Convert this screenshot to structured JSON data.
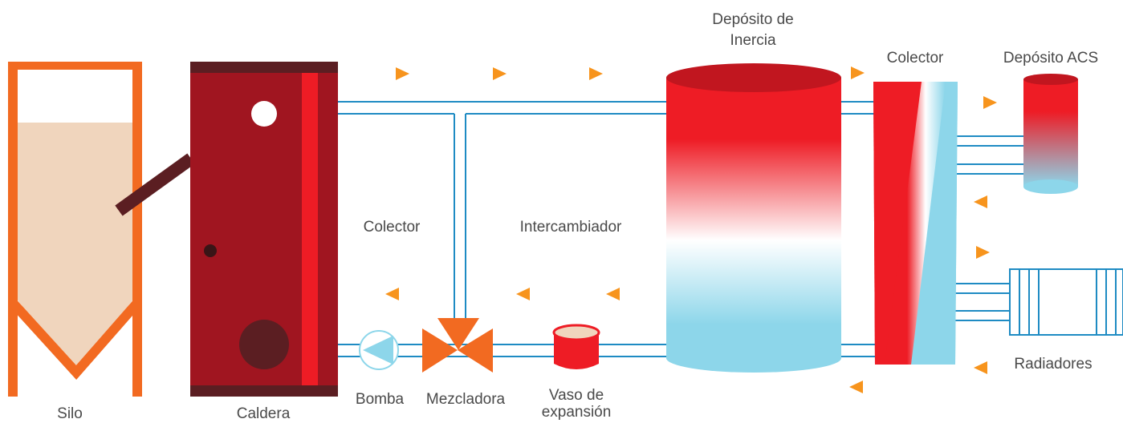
{
  "labels": {
    "silo": "Silo",
    "caldera": "Caldera",
    "bomba": "Bomba",
    "mezcladora": "Mezcladora",
    "vaso_line1": "Vaso de",
    "vaso_line2": "expansión",
    "colector_left": "Colector",
    "intercambiador": "Intercambiador",
    "deposito_inercia_line1": "Depósito de",
    "deposito_inercia_line2": "Inercia",
    "colector_right": "Colector",
    "deposito_acs": "Depósito ACS",
    "radiadores": "Radiadores"
  },
  "colors": {
    "silo_frame": "#f26a21",
    "silo_fill": "#f0d5bd",
    "boiler": "#a01520",
    "boiler_dark": "#5b1e22",
    "hot": "#ee1c25",
    "cold": "#8dd6ea",
    "pipe": "#1e8bc3",
    "arrow": "#f7941d",
    "valve": "#f26a21",
    "label": "#4a4a4a"
  }
}
